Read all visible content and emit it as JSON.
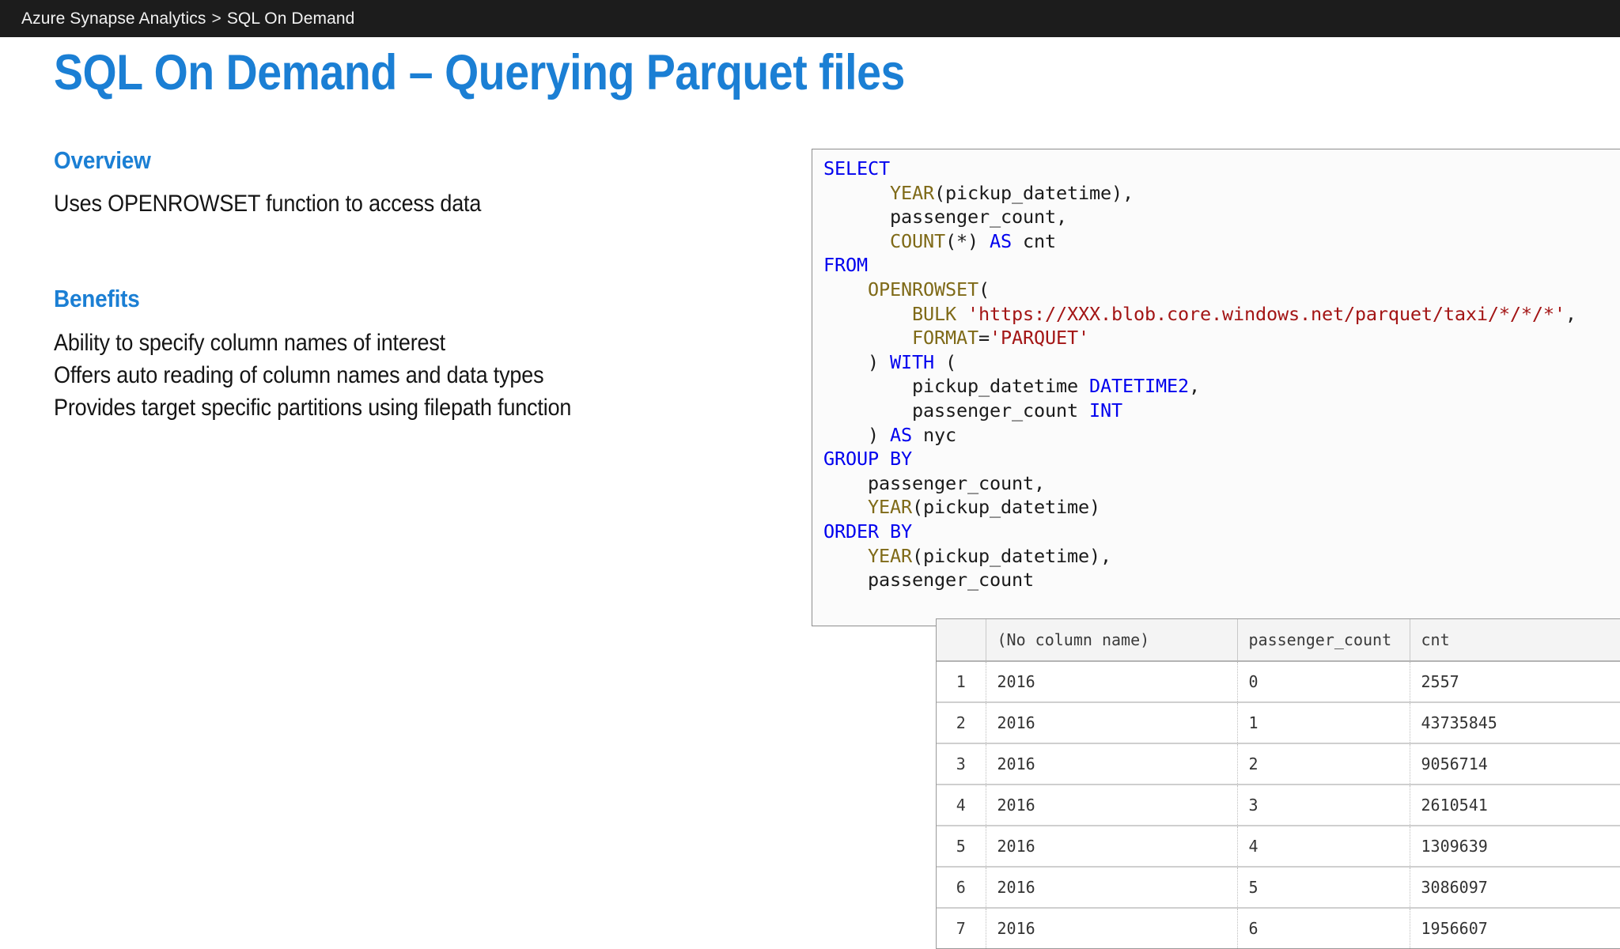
{
  "topbar": {
    "breadcrumb_root": "Azure Synapse Analytics",
    "breadcrumb_separator": ">",
    "breadcrumb_current": "SQL On Demand"
  },
  "slide": {
    "title": "SQL On Demand – Querying Parquet files"
  },
  "overview": {
    "heading": "Overview",
    "lines": [
      "Uses OPENROWSET function to access data"
    ]
  },
  "benefits": {
    "heading": "Benefits",
    "lines": [
      "Ability to specify column names of interest",
      "Offers auto reading of column names and data types",
      "Provides target specific partitions using filepath function"
    ]
  },
  "code": {
    "language": "sql",
    "full_text": "SELECT\n      YEAR(pickup_datetime),\n      passenger_count,\n      COUNT(*) AS cnt\nFROM\n    OPENROWSET(\n        BULK 'https://XXX.blob.core.windows.net/parquet/taxi/*/*/*',\n        FORMAT='PARQUET'\n    ) WITH (\n        pickup_datetime DATETIME2,\n        passenger_count INT\n    ) AS nyc\nGROUP BY\n    passenger_count,\n    YEAR(pickup_datetime)\nORDER BY\n    YEAR(pickup_datetime),\n    passenger_count",
    "tokens": [
      [
        {
          "t": "SELECT",
          "c": "kw"
        }
      ],
      [
        {
          "t": "      ",
          "c": "plain"
        },
        {
          "t": "YEAR",
          "c": "fn"
        },
        {
          "t": "(pickup_datetime),",
          "c": "plain"
        }
      ],
      [
        {
          "t": "      passenger_count,",
          "c": "plain"
        }
      ],
      [
        {
          "t": "      ",
          "c": "plain"
        },
        {
          "t": "COUNT",
          "c": "fn"
        },
        {
          "t": "(*) ",
          "c": "plain"
        },
        {
          "t": "AS",
          "c": "kw"
        },
        {
          "t": " cnt",
          "c": "plain"
        }
      ],
      [
        {
          "t": "FROM",
          "c": "kw"
        }
      ],
      [
        {
          "t": "    ",
          "c": "plain"
        },
        {
          "t": "OPENROWSET",
          "c": "fn"
        },
        {
          "t": "(",
          "c": "plain"
        }
      ],
      [
        {
          "t": "        ",
          "c": "plain"
        },
        {
          "t": "BULK",
          "c": "fn"
        },
        {
          "t": " ",
          "c": "plain"
        },
        {
          "t": "'https://XXX.blob.core.windows.net/parquet/taxi/*/*/*'",
          "c": "str"
        },
        {
          "t": ",",
          "c": "plain"
        }
      ],
      [
        {
          "t": "        ",
          "c": "plain"
        },
        {
          "t": "FORMAT",
          "c": "fn"
        },
        {
          "t": "=",
          "c": "plain"
        },
        {
          "t": "'PARQUET'",
          "c": "str"
        }
      ],
      [
        {
          "t": "    ) ",
          "c": "plain"
        },
        {
          "t": "WITH",
          "c": "kw"
        },
        {
          "t": " (",
          "c": "plain"
        }
      ],
      [
        {
          "t": "        pickup_datetime ",
          "c": "plain"
        },
        {
          "t": "DATETIME2",
          "c": "kw"
        },
        {
          "t": ",",
          "c": "plain"
        }
      ],
      [
        {
          "t": "        passenger_count ",
          "c": "plain"
        },
        {
          "t": "INT",
          "c": "kw"
        }
      ],
      [
        {
          "t": "    ) ",
          "c": "plain"
        },
        {
          "t": "AS",
          "c": "kw"
        },
        {
          "t": " nyc",
          "c": "plain"
        }
      ],
      [
        {
          "t": "GROUP BY",
          "c": "kw"
        }
      ],
      [
        {
          "t": "    passenger_count,",
          "c": "plain"
        }
      ],
      [
        {
          "t": "    ",
          "c": "plain"
        },
        {
          "t": "YEAR",
          "c": "fn"
        },
        {
          "t": "(pickup_datetime)",
          "c": "plain"
        }
      ],
      [
        {
          "t": "ORDER BY",
          "c": "kw"
        }
      ],
      [
        {
          "t": "    ",
          "c": "plain"
        },
        {
          "t": "YEAR",
          "c": "fn"
        },
        {
          "t": "(pickup_datetime),",
          "c": "plain"
        }
      ],
      [
        {
          "t": "    passenger_count",
          "c": "plain"
        }
      ]
    ]
  },
  "results": {
    "columns": [
      "",
      "(No column name)",
      "passenger_count",
      "cnt"
    ],
    "rows": [
      {
        "index": "1",
        "year": "2016",
        "passenger_count": "0",
        "cnt": "2557"
      },
      {
        "index": "2",
        "year": "2016",
        "passenger_count": "1",
        "cnt": "43735845"
      },
      {
        "index": "3",
        "year": "2016",
        "passenger_count": "2",
        "cnt": "9056714"
      },
      {
        "index": "4",
        "year": "2016",
        "passenger_count": "3",
        "cnt": "2610541"
      },
      {
        "index": "5",
        "year": "2016",
        "passenger_count": "4",
        "cnt": "1309639"
      },
      {
        "index": "6",
        "year": "2016",
        "passenger_count": "5",
        "cnt": "3086097"
      },
      {
        "index": "7",
        "year": "2016",
        "passenger_count": "6",
        "cnt": "1956607"
      }
    ]
  },
  "colors": {
    "accent_blue": "#1b7fd4",
    "topbar_bg": "#1c1c1c",
    "keyword": "#0000ee",
    "function": "#7f6a18",
    "string": "#a31515",
    "body_text": "#151515"
  }
}
